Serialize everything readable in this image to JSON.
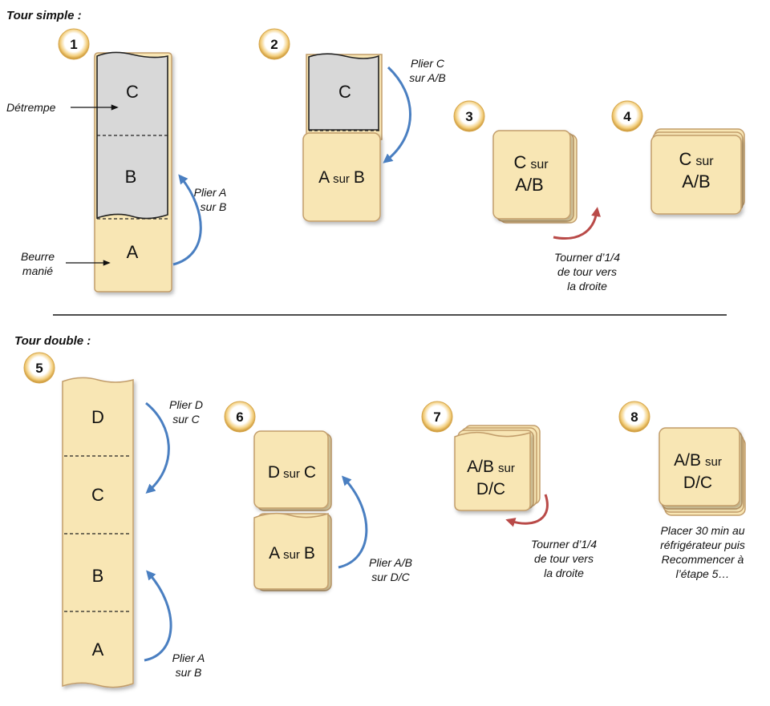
{
  "sections": {
    "simple_title": "Tour simple :",
    "double_title": "Tour double :"
  },
  "steps": {
    "s1": {
      "number": "1",
      "segments": [
        "C",
        "B",
        "A"
      ],
      "label_detrempe": "Détrempe",
      "label_beurre": [
        "Beurre",
        "manié"
      ],
      "fold_label": [
        "Plier A",
        "sur B"
      ]
    },
    "s2": {
      "number": "2",
      "top_letter": "C",
      "bottom_main": "A",
      "bottom_small": "sur",
      "bottom_end": "B",
      "fold_label": [
        "Plier C",
        "sur A/B"
      ]
    },
    "s3": {
      "number": "3",
      "line1_main": "C",
      "line1_small": "sur",
      "line2": "A/B",
      "turn_label": [
        "Tourner d’1/4",
        "de tour vers",
        "la droite"
      ]
    },
    "s4": {
      "number": "4",
      "line1_main": "C",
      "line1_small": "sur",
      "line2": "A/B"
    },
    "s5": {
      "number": "5",
      "segments": [
        "D",
        "C",
        "B",
        "A"
      ],
      "fold_top_label": [
        "Plier D",
        "sur C"
      ],
      "fold_bottom_label": [
        "Plier A",
        "sur B"
      ]
    },
    "s6": {
      "number": "6",
      "top_main": "D",
      "top_small": "sur",
      "top_end": "C",
      "bottom_main": "A",
      "bottom_small": "sur",
      "bottom_end": "B",
      "fold_label": [
        "Plier A/B",
        "sur D/C"
      ]
    },
    "s7": {
      "number": "7",
      "line1_main": "A/B",
      "line1_small": "sur",
      "line2": "D/C",
      "turn_label": [
        "Tourner d’1/4",
        "de tour vers",
        "la droite"
      ]
    },
    "s8": {
      "number": "8",
      "line1_main": "A/B",
      "line1_small": "sur",
      "line2": "D/C",
      "note": [
        "Placer 30 min au",
        "réfrigérateur puis",
        "Recommencer à",
        "l’étape 5…"
      ]
    }
  },
  "colors": {
    "dough": "#f8e6b4",
    "dough_border": "#c29d6b",
    "detrempe": "#d8d8d8",
    "fold_arrow": "#4a7fc1",
    "turn_arrow": "#b94a48",
    "badge_ring": "#e0b04a"
  },
  "icons": {
    "fold": "curved-arrow-icon",
    "turn": "rotate-arrow-icon"
  }
}
